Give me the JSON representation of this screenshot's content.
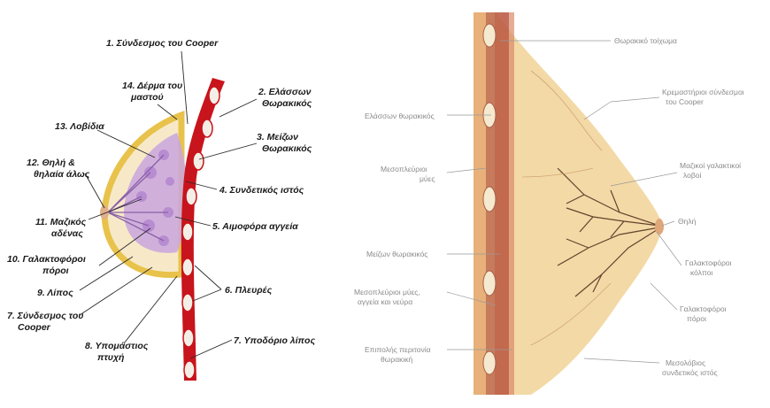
{
  "left_diagram": {
    "labels": [
      {
        "id": "l1",
        "lines": [
          "1. Σύνδεσμος του Cooper"
        ]
      },
      {
        "id": "l14",
        "lines": [
          "14. Δέρμα του",
          "μαστού"
        ]
      },
      {
        "id": "l13",
        "lines": [
          "13. Λοβίδια"
        ]
      },
      {
        "id": "l12",
        "lines": [
          "12. Θηλή &",
          "θηλαία άλως"
        ]
      },
      {
        "id": "l11",
        "lines": [
          "11. Μαζικός",
          "αδένας"
        ]
      },
      {
        "id": "l10",
        "lines": [
          "10. Γαλακτοφόροι",
          "πόροι"
        ]
      },
      {
        "id": "l9",
        "lines": [
          "9. Λίπος"
        ]
      },
      {
        "id": "l7b",
        "lines": [
          "7. Σύνδεσμος του",
          "Cooper"
        ]
      },
      {
        "id": "l8b",
        "lines": [
          "8. Υπομάστιος",
          "πτυχή"
        ]
      },
      {
        "id": "l2",
        "lines": [
          "2. Ελάσσων",
          "Θωρακικός"
        ]
      },
      {
        "id": "l3",
        "lines": [
          "3. Μείζων",
          "Θωρακικός"
        ]
      },
      {
        "id": "l4",
        "lines": [
          "4. Συνδετικός ιστός"
        ]
      },
      {
        "id": "l5",
        "lines": [
          "5. Αιμοφόρα αγγεία"
        ]
      },
      {
        "id": "l6",
        "lines": [
          "6. Πλευρές"
        ]
      },
      {
        "id": "l7",
        "lines": [
          "7. Υποδόριο λίπος"
        ]
      }
    ],
    "colors": {
      "muscle": "#c8141c",
      "breast_outline": "#e8c24a",
      "gland": "#c9a6de",
      "fat": "#f7e9c8",
      "rib": "#f4efe6"
    }
  },
  "right_diagram": {
    "labels": [
      {
        "id": "r1",
        "lines": [
          "Θωρακικό τοίχωμα"
        ]
      },
      {
        "id": "r2",
        "lines": [
          "Κρεμαστήριοι σύνδεσμοι",
          "του Cooper"
        ]
      },
      {
        "id": "r3",
        "lines": [
          "Ελάσσων θωρακικός"
        ]
      },
      {
        "id": "r4",
        "lines": [
          "Μεσοπλεύριοι",
          "μύες"
        ]
      },
      {
        "id": "r5",
        "lines": [
          "Μαζικοί γαλακτικοί",
          "λοβοί"
        ]
      },
      {
        "id": "r6",
        "lines": [
          "Θηλή"
        ]
      },
      {
        "id": "r7",
        "lines": [
          "Μείζων θωρακικός"
        ]
      },
      {
        "id": "r8",
        "lines": [
          "Γαλακτοφόροι",
          "κόλποι"
        ]
      },
      {
        "id": "r9",
        "lines": [
          "Μεσοπλεύριοι μύες,",
          "αγγεία και νεύρα"
        ]
      },
      {
        "id": "r10",
        "lines": [
          "Γαλακτοφόροι",
          "πόροι"
        ]
      },
      {
        "id": "r11",
        "lines": [
          "Επιπολής περιτονία",
          "θωρακική"
        ]
      },
      {
        "id": "r12",
        "lines": [
          "Μεσολόβιος",
          "συνδετικός ιστός"
        ]
      }
    ],
    "colors": {
      "fat": "#f3d9a6",
      "wall": "#c67b5c",
      "muscle": "#b8553e",
      "ducts": "#4a2a1a"
    }
  }
}
